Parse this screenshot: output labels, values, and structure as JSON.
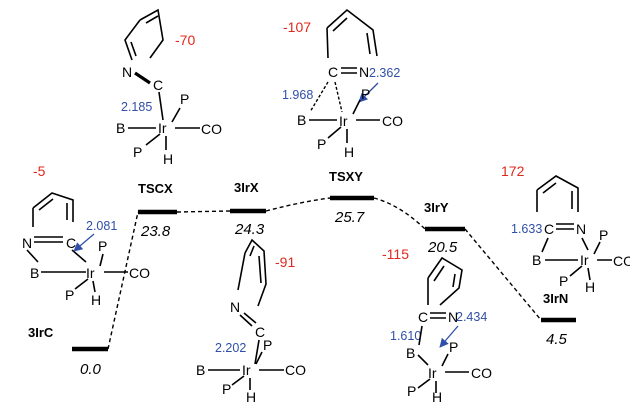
{
  "states": [
    {
      "name": "3IrC",
      "energy": "0.0",
      "rel_energy": 0.0
    },
    {
      "name": "TSCX",
      "energy": "23.8",
      "rel_energy": 23.8
    },
    {
      "name": "3IrX",
      "energy": "24.3",
      "rel_energy": 24.3
    },
    {
      "name": "TSXY",
      "energy": "25.7",
      "rel_energy": 25.7
    },
    {
      "name": "3IrY",
      "energy": "20.5",
      "rel_energy": 20.5
    },
    {
      "name": "3IrN",
      "energy": "4.5",
      "rel_energy": 4.5
    }
  ],
  "structures": {
    "irc": {
      "value": "-5",
      "distance": "2.081"
    },
    "tscx": {
      "value": "-70",
      "distance": "2.185"
    },
    "irx": {
      "value": "-91",
      "distance": "2.202"
    },
    "tsxy": {
      "value": "-107",
      "distance_a": "1.968",
      "distance_b": "2.362"
    },
    "iry": {
      "value": "-115",
      "distance_a": "1.610",
      "distance_b": "2.434"
    },
    "irn": {
      "value": "172",
      "distance": "1.633"
    }
  },
  "atoms": {
    "ir": "Ir",
    "b": "B",
    "p": "P",
    "h": "H",
    "co": "CO",
    "c": "C",
    "n": "N"
  },
  "colors": {
    "red": "#e0281e",
    "blue": "#2f4fa8"
  }
}
